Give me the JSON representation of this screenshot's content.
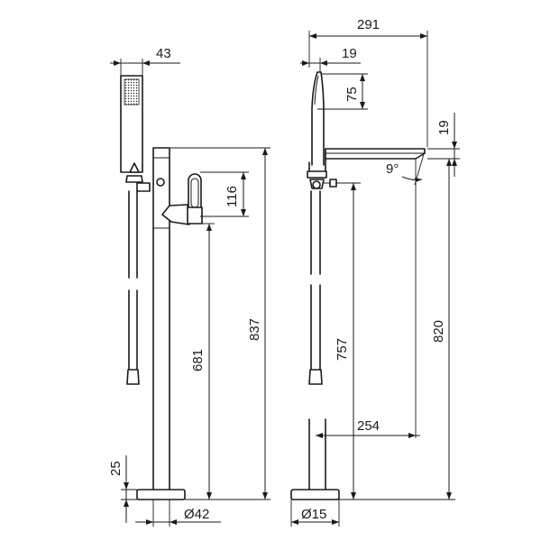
{
  "dimensions": {
    "front_view": {
      "handshower_width": "43",
      "handshower_holder_height": "116",
      "spout_height": "681",
      "total_height": "837",
      "base_height": "25",
      "column_diameter": "Ø42"
    },
    "side_view": {
      "projection": "291",
      "handshower_offset": "19",
      "handshower_head": "75",
      "spout_thickness": "19",
      "spout_angle": "9°",
      "outlet_height": "757",
      "spout_reach": "254",
      "overall_height": "820",
      "base_diameter": "Ø15"
    }
  }
}
